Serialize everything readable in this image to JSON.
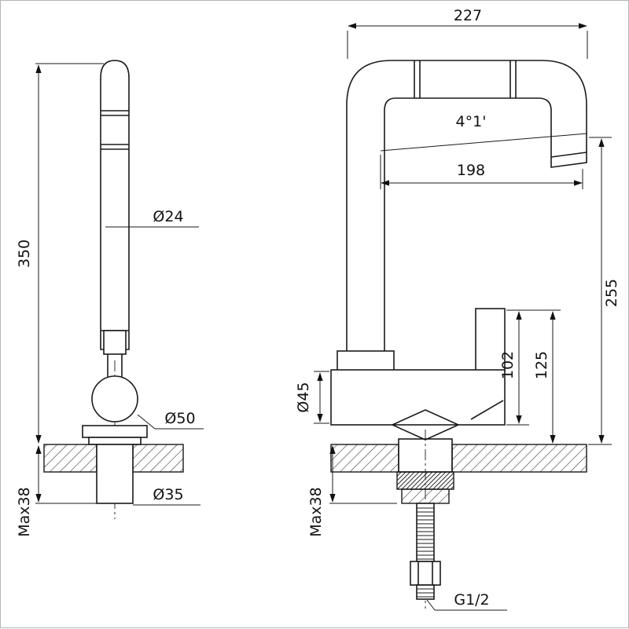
{
  "labels": {
    "left": {
      "height": "350",
      "spout_dia": "Ø24",
      "ball_dia": "Ø50",
      "shank_dia": "Ø35",
      "max_thickness": "Max38"
    },
    "right": {
      "width": "227",
      "angle": "4°1'",
      "reach": "198",
      "outlet_height": "255",
      "handle_height": "102",
      "body_height": "125",
      "body_dia": "Ø45",
      "max_thickness": "Max38",
      "thread": "G1/2"
    }
  },
  "colors": {
    "line": "#1a1a1a",
    "background": "#ffffff",
    "hatch": "#333333"
  }
}
